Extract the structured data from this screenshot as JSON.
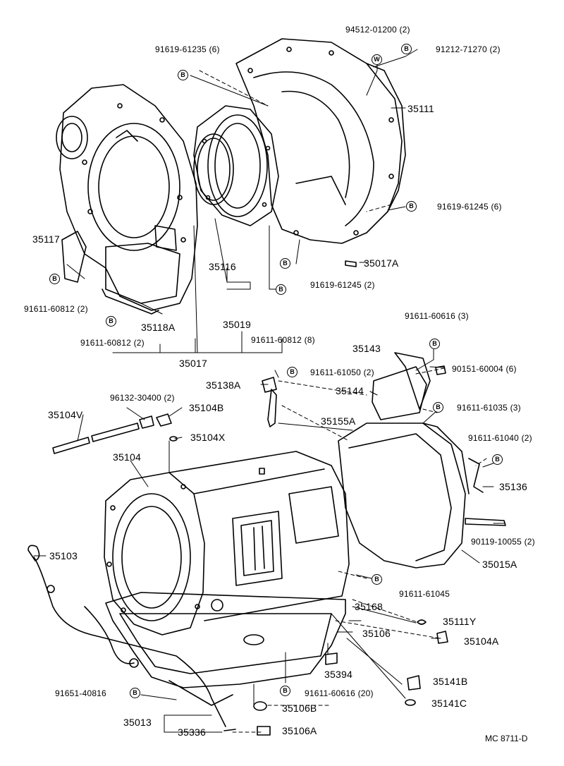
{
  "labels": {
    "p35111": "35111",
    "p35117": "35117",
    "p35116": "35116",
    "p35019": "35019",
    "p35118A": "35118A",
    "p35017": "35017",
    "p35017A": "35017A",
    "p35143": "35143",
    "p35144": "35144",
    "p35138A": "35138A",
    "p35155A": "35155A",
    "p35104V": "35104V",
    "p35104B": "35104B",
    "p35104X": "35104X",
    "p35104": "35104",
    "p35136": "35136",
    "p35103": "35103",
    "p35015A": "35015A",
    "p35168": "35168",
    "p35111Y": "35111Y",
    "p35106": "35106",
    "p35104A": "35104A",
    "p35394": "35394",
    "p35141B": "35141B",
    "p35141C": "35141C",
    "p35106B": "35106B",
    "p35106A": "35106A",
    "p35013": "35013",
    "p35336": "35336"
  },
  "fasteners": {
    "f94512_01200": "94512-01200 (2)",
    "f91212_71270": "91212-71270 (2)",
    "f91619_61235": "91619-61235 (6)",
    "f91619_61245_6": "91619-61245 (6)",
    "f91619_61245_2": "91619-61245 (2)",
    "f91611_60812_2a": "91611-60812 (2)",
    "f91611_60812_2b": "91611-60812 (2)",
    "f91611_60812_8": "91611-60812 (8)",
    "f91611_60616_3": "91611-60616 (3)",
    "f90151_60004": "90151-60004 (6)",
    "f91611_61050": "91611-61050 (2)",
    "f96132_30400": "96132-30400 (2)",
    "f91611_61035": "91611-61035 (3)",
    "f91611_61040": "91611-61040 (2)",
    "f90119_10055": "90119-10055 (2)",
    "f91611_61045": "91611-61045",
    "f91611_60616_20": "91611-60616 (20)",
    "f91651_40816": "91651-40816"
  },
  "badges": {
    "b": "B",
    "w": "W"
  },
  "footer": {
    "ref_code": "MC  8711-D"
  }
}
